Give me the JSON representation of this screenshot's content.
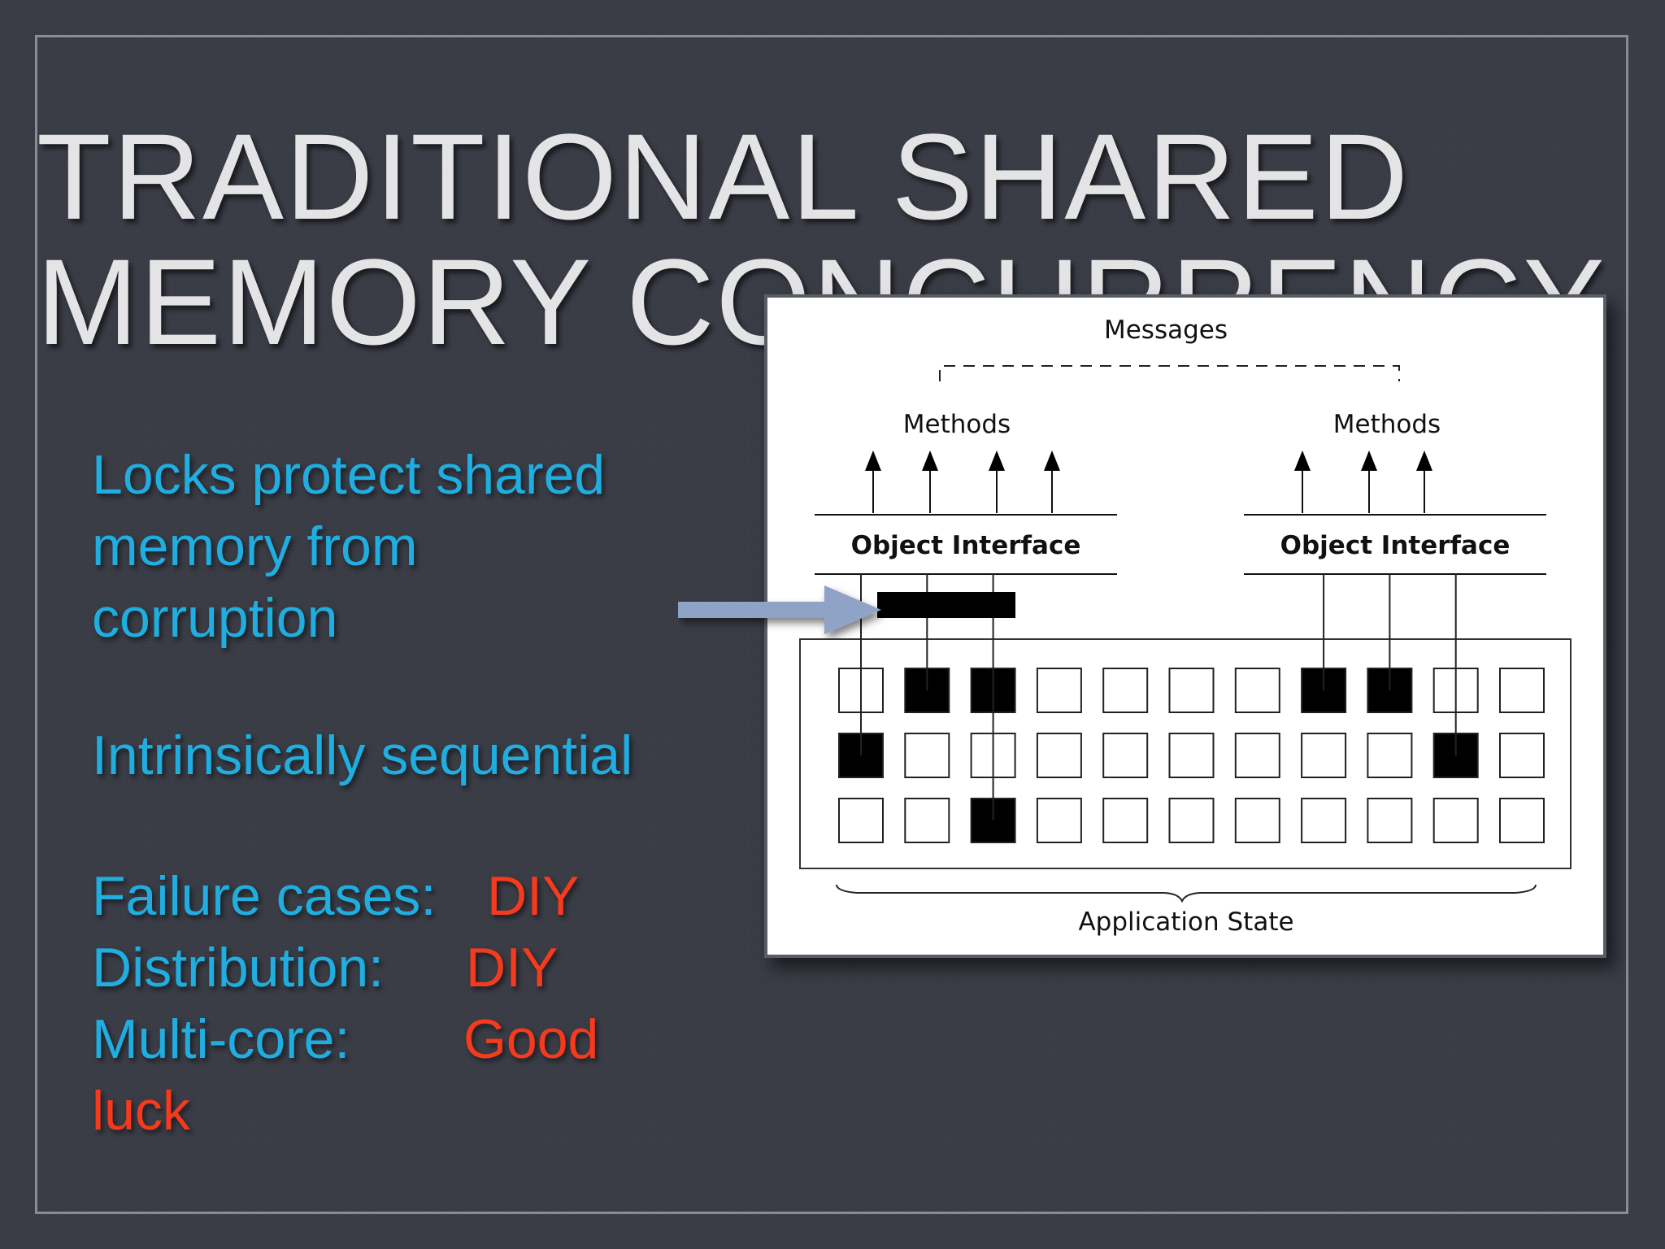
{
  "slide": {
    "title_line1": "TRADITIONAL SHARED",
    "title_line2": "MEMORY CONCURRENCY",
    "point1_lines": [
      "Locks protect shared",
      "memory from",
      "corruption"
    ],
    "point2": "Intrinsically sequential",
    "status": [
      {
        "label": "Failure cases:",
        "value": "DIY"
      },
      {
        "label": "Distribution:",
        "value": "DIY"
      },
      {
        "label": "Multi-core:",
        "value": "Good"
      }
    ],
    "status_tail": "luck"
  },
  "diagram": {
    "messages_label": "Messages",
    "left_methods_label": "Methods",
    "right_methods_label": "Methods",
    "left_interface_label": "Object Interface",
    "right_interface_label": "Object Interface",
    "state_label": "Application State",
    "grid_rows": 3,
    "grid_cols": 11,
    "filled_cells": [
      [
        0,
        1
      ],
      [
        0,
        2
      ],
      [
        0,
        7
      ],
      [
        0,
        8
      ],
      [
        1,
        0
      ],
      [
        1,
        9
      ],
      [
        2,
        2
      ]
    ],
    "left_method_arrows": 4,
    "right_method_arrows": 3
  },
  "colors": {
    "background": "#393b45",
    "title": "#e4e4e6",
    "text_blue": "#20aee0",
    "text_red": "#f53a1e",
    "pointer_arrow": "#8ea3c6"
  }
}
